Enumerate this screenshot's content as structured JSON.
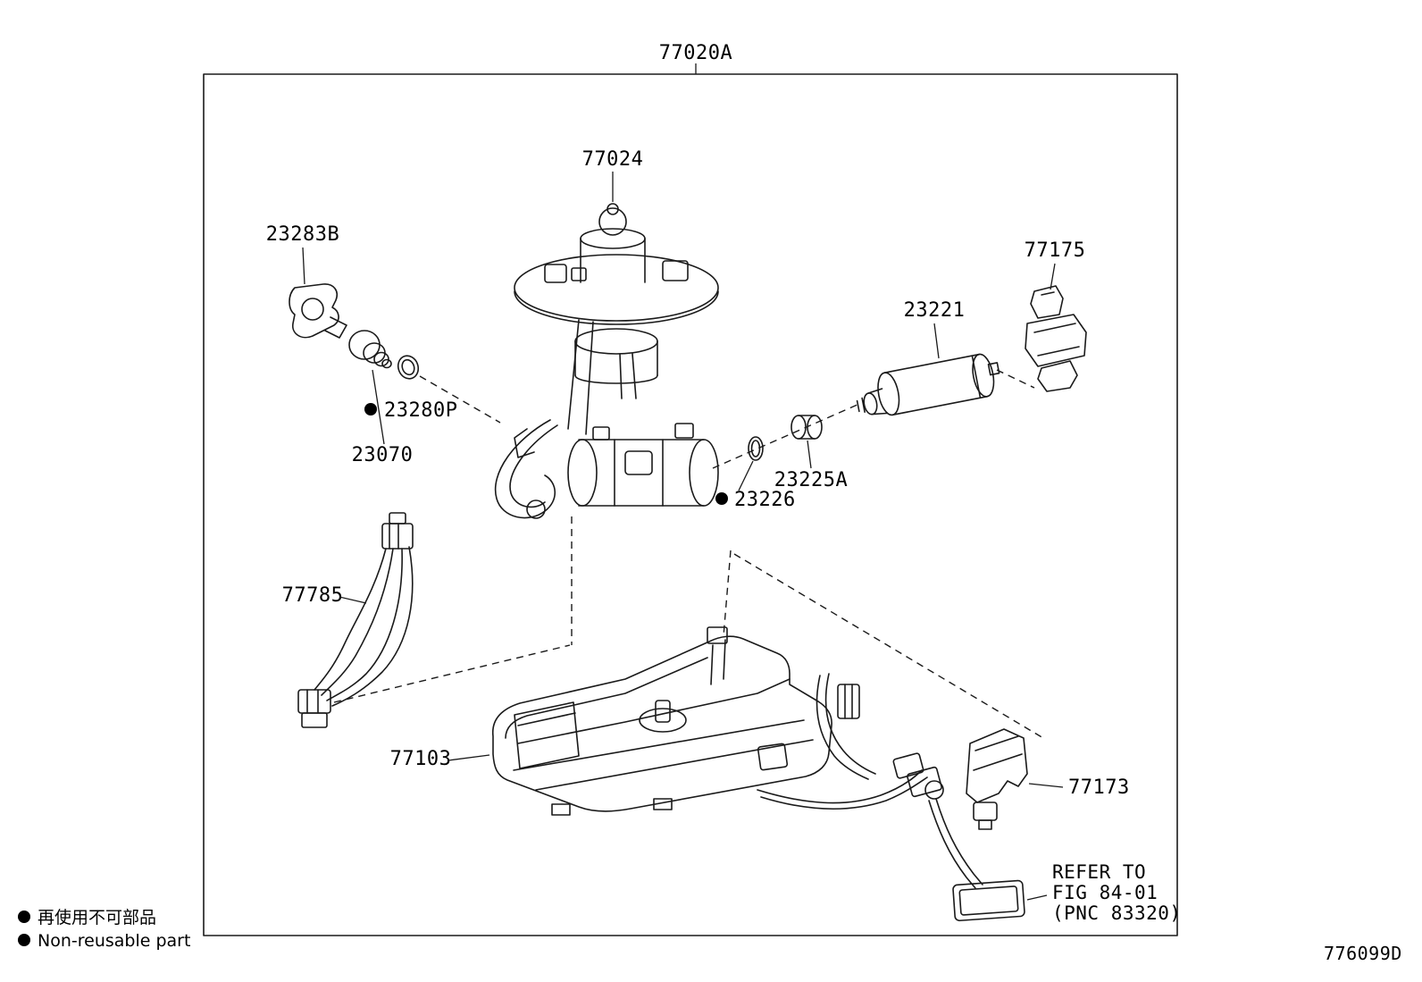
{
  "diagram": {
    "assembly": {
      "label": "77020A"
    },
    "parts": {
      "p77024": "77024",
      "p23283B": "23283B",
      "p77175": "77175",
      "p23221": "23221",
      "p23280P": "23280P",
      "p23070": "23070",
      "p23225A": "23225A",
      "p23226": "23226",
      "p77785": "77785",
      "p77103": "77103",
      "p77173": "77173"
    },
    "refer_note": {
      "line1": "REFER TO",
      "line2": "FIG 84-01",
      "line3": "(PNC 83320)"
    },
    "legend": {
      "jp": "再使用不可部品",
      "en": "Non-reusable part"
    },
    "figure_code": "776099D",
    "colors": {
      "line": "#1a1a1a",
      "background": "#ffffff"
    }
  }
}
